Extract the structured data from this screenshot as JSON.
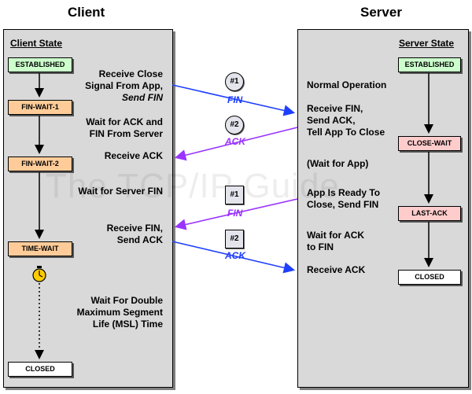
{
  "headers": {
    "client": "Client",
    "server": "Server"
  },
  "client_panel": {
    "title": "Client State",
    "states": [
      "ESTABLISHED",
      "FIN-WAIT-1",
      "FIN-WAIT-2",
      "TIME-WAIT",
      "CLOSED"
    ]
  },
  "server_panel": {
    "title": "Server State",
    "states": [
      "ESTABLISHED",
      "CLOSE-WAIT",
      "LAST-ACK",
      "CLOSED"
    ]
  },
  "client_notes": {
    "n1": [
      "Receive Close",
      "Signal From App,",
      "Send FIN"
    ],
    "n2": [
      "Wait for ACK and",
      "FIN From Server"
    ],
    "n3": "Receive ACK",
    "n4": "Wait for Server FIN",
    "n5": [
      "Receive FIN,",
      "Send ACK"
    ],
    "n6": [
      "Wait For Double",
      "Maximum Segment",
      "Life (MSL) Time"
    ]
  },
  "server_notes": {
    "n1": "Normal Operation",
    "n2": [
      "Receive FIN,",
      "Send ACK,",
      "Tell App To Close"
    ],
    "n3": "(Wait for App)",
    "n4": [
      "App Is Ready To",
      "Close, Send FIN"
    ],
    "n5": [
      "Wait for ACK",
      "to FIN"
    ],
    "n6": "Receive ACK"
  },
  "messages": [
    {
      "badge": "#1",
      "label": "FIN",
      "color": "#1f3fff"
    },
    {
      "badge": "#2",
      "label": "ACK",
      "color": "#9933ff"
    },
    {
      "badge": "#1",
      "label": "FIN",
      "color": "#9933ff"
    },
    {
      "badge": "#2",
      "label": "ACK",
      "color": "#1f3fff"
    }
  ],
  "watermark": "The TCP/IP Guide",
  "colors": {
    "panel": "#d9d9d9",
    "established": "#ccffcc",
    "client_wait": "#ffcc99",
    "server_wait": "#ffcccc",
    "closed": "#ffffff",
    "blue_arrow": "#1f3fff",
    "purple_arrow": "#9933ff",
    "timer": "#ffcc00"
  }
}
